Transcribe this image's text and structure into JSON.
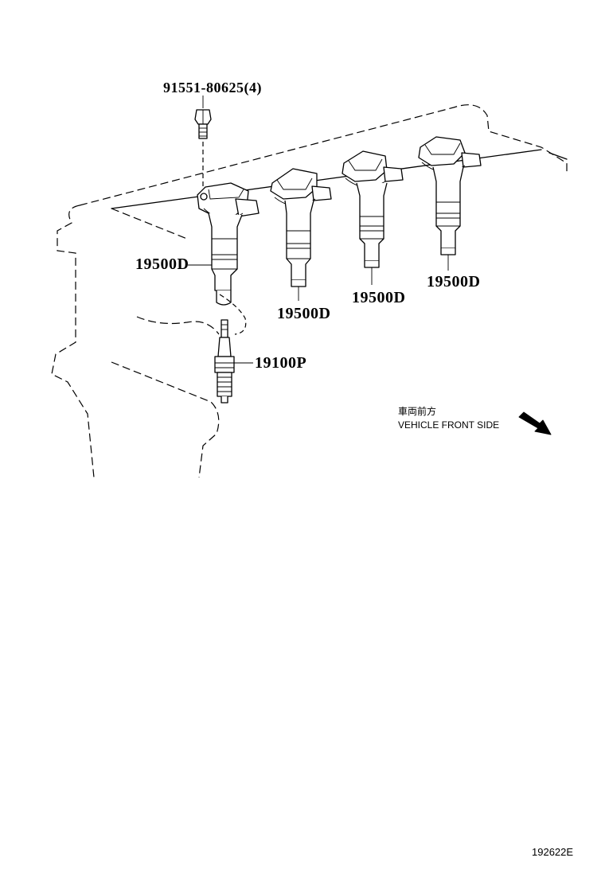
{
  "diagram": {
    "bolt_label": "91551-80625(4)",
    "coil_labels": [
      "19500D",
      "19500D",
      "19500D",
      "19500D"
    ],
    "spark_plug_label": "19100P",
    "direction_note": {
      "japanese": "車両前方",
      "english": "VEHICLE FRONT SIDE",
      "icon": "arrow-down-right-icon"
    },
    "reference_number": "192622E"
  }
}
